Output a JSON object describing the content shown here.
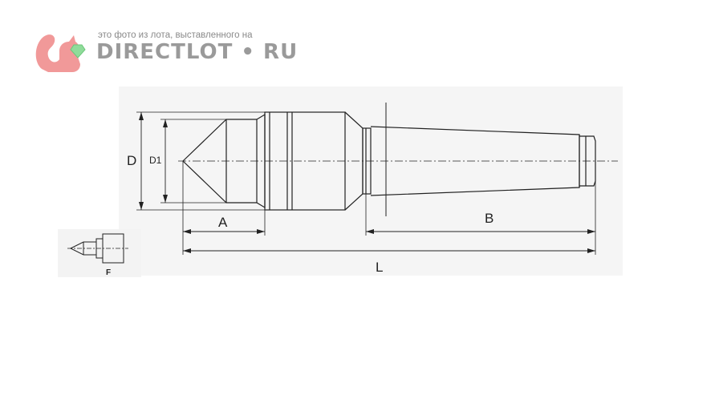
{
  "watermark": {
    "caption": "это фото из лота, выставленного на",
    "brand": "DIRECTLOT • RU",
    "logo_icon": "squirrel-icon"
  },
  "drawing": {
    "labels": {
      "D": "D",
      "D1": "D1",
      "A": "A",
      "B": "B",
      "L": "L",
      "F": "F"
    },
    "colors": {
      "line": "#222222",
      "panel": "#f3f3f3",
      "logo": "#f08e8e",
      "gem": "#8fdc9a"
    }
  }
}
